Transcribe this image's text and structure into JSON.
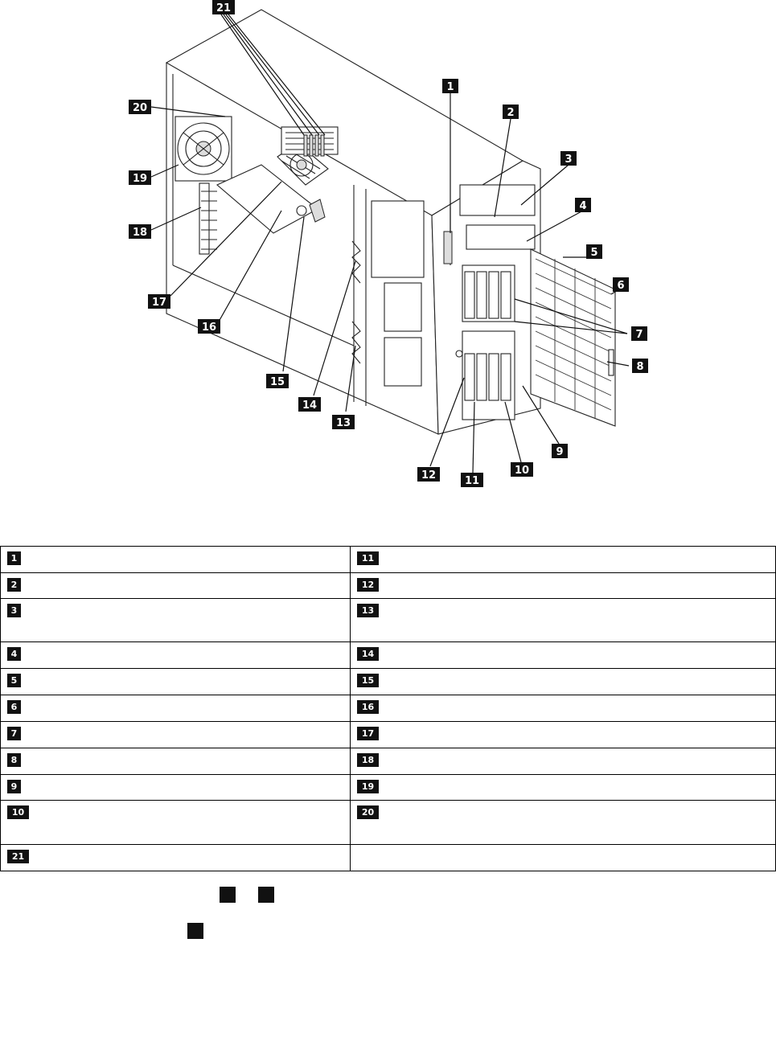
{
  "callouts": [
    "1",
    "2",
    "3",
    "4",
    "5",
    "6",
    "7",
    "8",
    "9",
    "10",
    "11",
    "12",
    "13",
    "14",
    "15",
    "16",
    "17",
    "18",
    "19",
    "20",
    "21"
  ],
  "legend_rows": [
    [
      "1",
      "11"
    ],
    [
      "2",
      "12"
    ],
    [
      "3",
      "13"
    ],
    [
      "4",
      "14"
    ],
    [
      "5",
      "15"
    ],
    [
      "6",
      "16"
    ],
    [
      "7",
      "17"
    ],
    [
      "8",
      "18"
    ],
    [
      "9",
      "19"
    ],
    [
      "10",
      "20"
    ],
    [
      "21",
      ""
    ]
  ]
}
